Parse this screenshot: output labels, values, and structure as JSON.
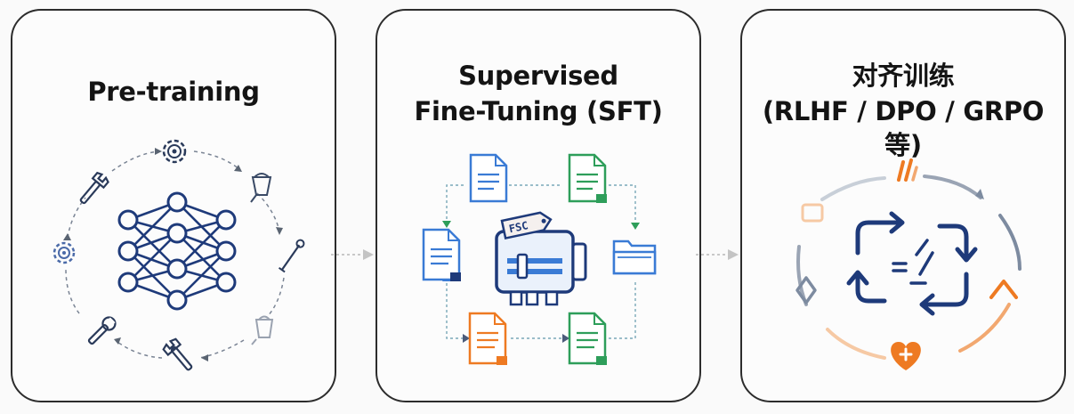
{
  "stages": [
    {
      "title_lines": [
        "Pre-training"
      ],
      "icons": [
        "gear-icon",
        "wrench-icon",
        "bucket-icon",
        "pipette-icon",
        "hammer-icon",
        "neural-network-icon"
      ]
    },
    {
      "title_lines": [
        "Supervised",
        "Fine-Tuning (SFT)"
      ],
      "icons": [
        "document-icon",
        "folder-icon",
        "machine-icon",
        "label-tag-icon"
      ],
      "tag_text": "FSC"
    },
    {
      "title_lines": [
        "对齐训练",
        "(RLHF / DPO / GRPO 等)"
      ],
      "icons": [
        "cycle-arrows-icon",
        "heart-plus-icon",
        "flame-icon",
        "chevron-up-icon"
      ]
    }
  ],
  "colors": {
    "navy": "#1e3a7a",
    "blue": "#3a7bd5",
    "green": "#2e9e5a",
    "orange": "#ee7a22",
    "grey_arrow": "#b8b8b8"
  }
}
